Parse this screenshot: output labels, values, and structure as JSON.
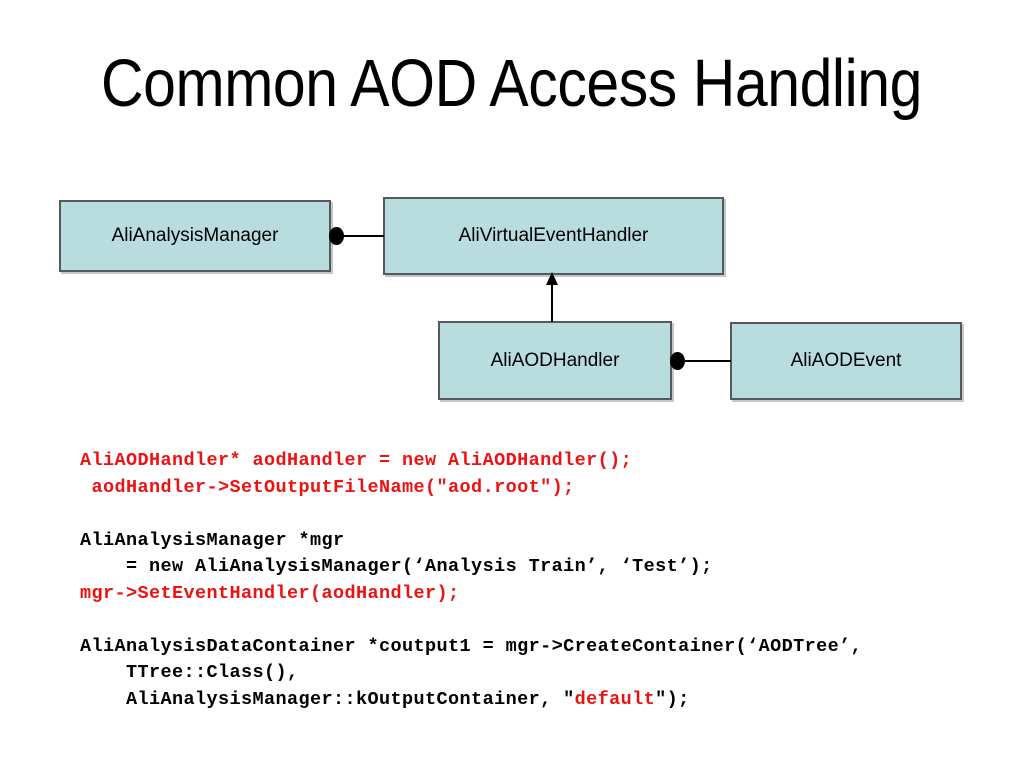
{
  "slide": {
    "title": "Common AOD Access Handling",
    "background_color": "#ffffff"
  },
  "diagram": {
    "type": "uml-class-diagram",
    "box_fill_color": "#b9dcdf",
    "box_border_color": "#55595c",
    "boxes": [
      {
        "id": "analysis-manager",
        "label": "AliAnalysisManager"
      },
      {
        "id": "virtual-handler",
        "label": "AliVirtualEventHandler"
      },
      {
        "id": "aod-handler",
        "label": "AliAODHandler"
      },
      {
        "id": "aod-event",
        "label": "AliAODEvent"
      }
    ],
    "connectors": [
      {
        "id": "mgr-to-virtual-handler",
        "from": "analysis-manager",
        "to": "virtual-handler",
        "style": "composition-dot"
      },
      {
        "id": "aodhandler-to-aodevent",
        "from": "aod-handler",
        "to": "aod-event",
        "style": "composition-dot"
      },
      {
        "id": "aodhandler-inherits-virtual",
        "from": "aod-handler",
        "to": "virtual-handler",
        "style": "inheritance-arrow"
      }
    ]
  },
  "code": {
    "accent_color": "#ee1111",
    "lines": [
      {
        "id": "line-1",
        "segments": [
          {
            "color": "red",
            "text": "AliAODHandler* aodHandler = new AliAODHandler();"
          }
        ]
      },
      {
        "id": "line-2",
        "segments": [
          {
            "color": "red",
            "text": " aodHandler->SetOutputFileName(\"aod.root\");"
          }
        ]
      },
      {
        "id": "line-3",
        "segments": []
      },
      {
        "id": "line-4",
        "segments": [
          {
            "color": "black",
            "text": "AliAnalysisManager *mgr"
          }
        ]
      },
      {
        "id": "line-5",
        "segments": [
          {
            "color": "black",
            "text": "    = new AliAnalysisManager(‘Analysis Train’, ‘Test’);"
          }
        ]
      },
      {
        "id": "line-6",
        "segments": [
          {
            "color": "red",
            "text": "mgr->SetEventHandler(aodHandler);"
          }
        ]
      },
      {
        "id": "line-7",
        "segments": []
      },
      {
        "id": "line-8",
        "segments": [
          {
            "color": "black",
            "text": "AliAnalysisDataContainer *coutput1 = mgr->CreateContainer(‘AODTree’,"
          }
        ]
      },
      {
        "id": "line-9",
        "segments": [
          {
            "color": "black",
            "text": "    TTree::Class(),"
          }
        ]
      },
      {
        "id": "line-10",
        "segments": [
          {
            "color": "black",
            "text": "    AliAnalysisManager::kOutputContainer, \""
          },
          {
            "color": "red",
            "text": "default"
          },
          {
            "color": "black",
            "text": "\");"
          }
        ]
      }
    ]
  }
}
